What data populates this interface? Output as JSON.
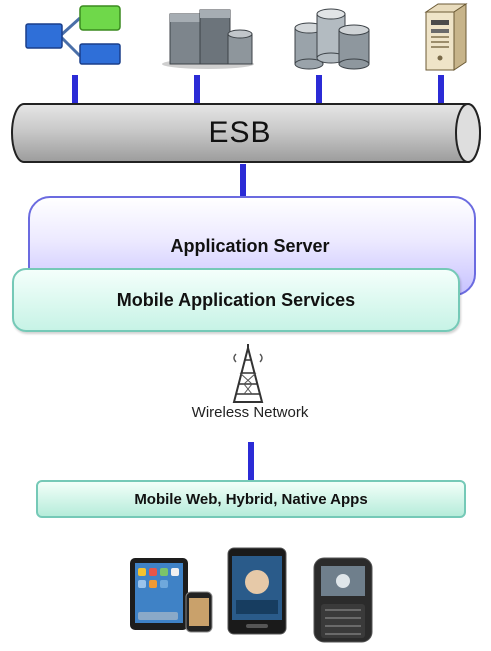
{
  "esb": {
    "label": "ESB"
  },
  "application_server": {
    "label": "Application Server"
  },
  "mobile_services": {
    "label": "Mobile Application Services"
  },
  "wireless": {
    "label": "Wireless Network"
  },
  "apps": {
    "label": "Mobile Web, Hybrid, Native Apps"
  },
  "top_icons": [
    "workflow-icon",
    "server-rack-icon",
    "database-icon",
    "desktop-computer-icon"
  ],
  "devices": [
    "tablet-icon",
    "smartphone-icon",
    "blackberry-phone-icon"
  ],
  "colors": {
    "connector": "#2b2bd6",
    "app_server": "#c7c2ff",
    "mobile_services": "#c7f3e6",
    "esb": "#c9c9c9"
  }
}
